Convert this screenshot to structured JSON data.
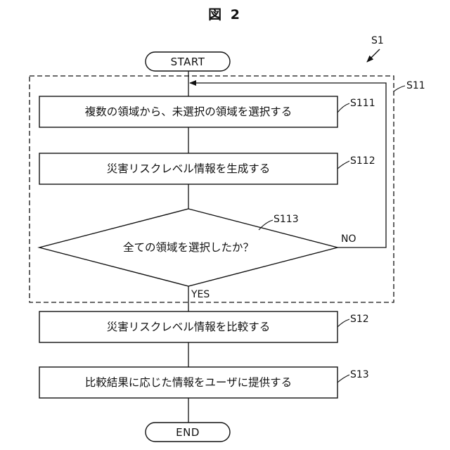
{
  "figure": {
    "title": "図 2"
  },
  "flowchart": {
    "start": "START",
    "end": "END",
    "ref_overall": "S1",
    "ref_loop": "S11",
    "steps": [
      {
        "ref": "S111",
        "text": "複数の領域から、未選択の領域を選択する"
      },
      {
        "ref": "S112",
        "text": "災害リスクレベル情報を生成する"
      },
      {
        "ref": "S113",
        "text": "全ての領域を選択したか？"
      },
      {
        "ref": "S12",
        "text": "災害リスクレベル情報を比較する"
      },
      {
        "ref": "S13",
        "text": "比較結果に応じた情報をユーザに提供する"
      }
    ],
    "branch": {
      "no": "NO",
      "yes": "YES"
    }
  }
}
